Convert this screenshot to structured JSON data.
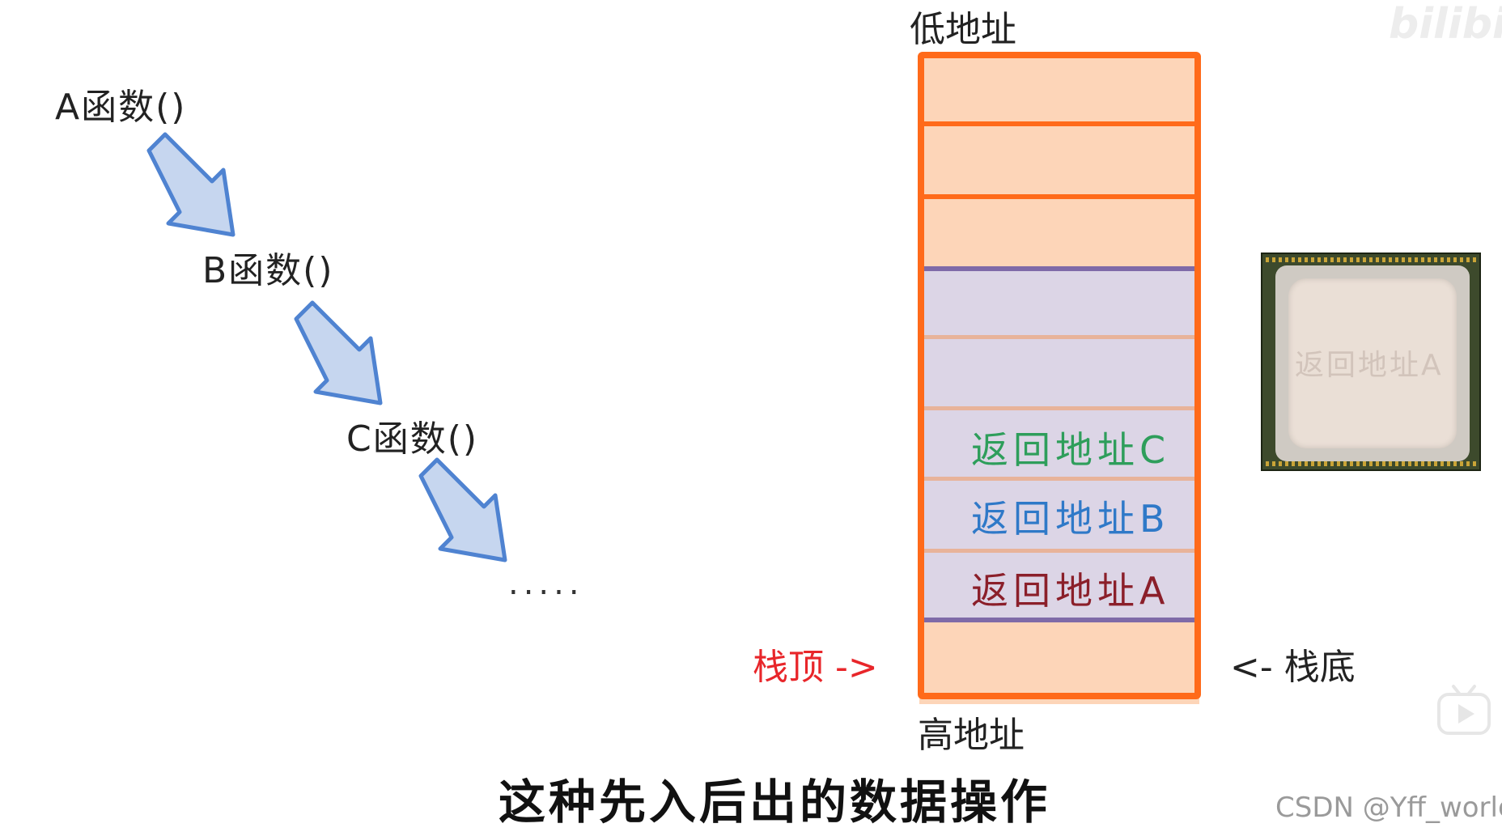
{
  "call_chain": {
    "functions": [
      "A函数()",
      "B函数()",
      "C函数()"
    ],
    "ellipsis": "....."
  },
  "stack": {
    "low_address_label": "低地址",
    "high_address_label": "高地址",
    "return_addresses": [
      {
        "text": "返回地址C",
        "color": "#2e9e5b"
      },
      {
        "text": "返回地址B",
        "color": "#2f79c8"
      },
      {
        "text": "返回地址A",
        "color": "#8b1f2a"
      }
    ],
    "stack_top_label": "栈顶 ->",
    "stack_bottom_label": "<- 栈底",
    "colors": {
      "outline": "#ff6a1a",
      "cell": "#fdd5b8",
      "frame": "#7f6aa8",
      "frame_fill": "#dcd5e6",
      "stack_top": "#e8262a"
    }
  },
  "cpu": {
    "register_text": "返回地址A"
  },
  "subtitle": "这种先入后出的数据操作",
  "watermark": "CSDN @Yff_world",
  "logo": "bilibili"
}
